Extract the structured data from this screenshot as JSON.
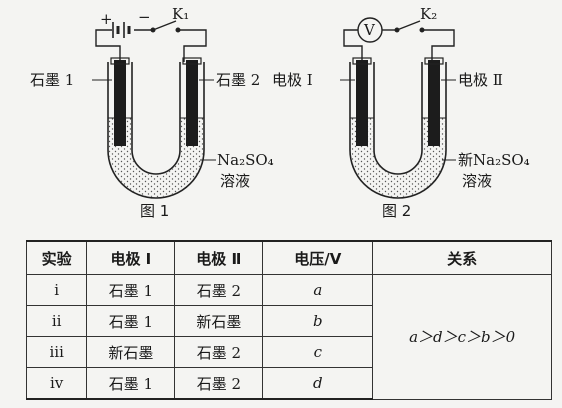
{
  "figure1": {
    "k_label": "K₁",
    "left_electrode": "石墨 1",
    "right_electrode": "石墨 2",
    "solution_line1": "Na₂SO₄",
    "solution_line2": "溶液",
    "caption": "图 1"
  },
  "figure2": {
    "k_label": "K₂",
    "meter": "V",
    "left_electrode": "电极 Ⅰ",
    "right_electrode": "电极 Ⅱ",
    "solution_line1": "新Na₂SO₄",
    "solution_line2": "溶液",
    "caption": "图 2"
  },
  "table": {
    "headers": [
      "实验",
      "电极 Ⅰ",
      "电极 Ⅱ",
      "电压/V",
      "关系"
    ],
    "rows": [
      [
        "ⅰ",
        "石墨 1",
        "石墨 2",
        "a"
      ],
      [
        "ⅱ",
        "石墨 1",
        "新石墨",
        "b"
      ],
      [
        "ⅲ",
        "新石墨",
        "石墨 2",
        "c"
      ],
      [
        "ⅳ",
        "石墨 1",
        "石墨 2",
        "d"
      ]
    ],
    "relation": "a＞d＞c＞b＞0"
  }
}
